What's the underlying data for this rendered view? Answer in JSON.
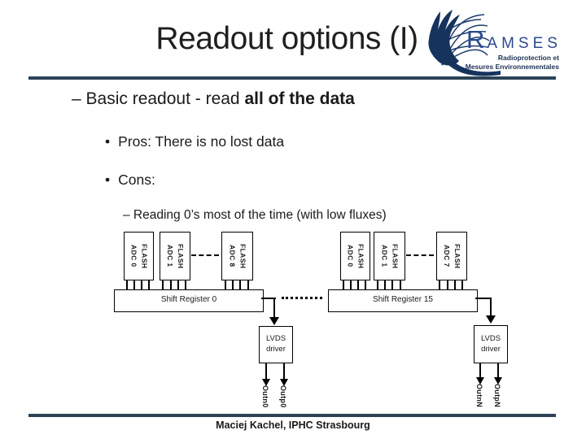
{
  "slide": {
    "title": "Readout options (I)",
    "footer": "Maciej Kachel, IPHC Strasbourg"
  },
  "logo": {
    "word_initial": "R",
    "word_rest": "AMSES",
    "tagline_line1": "Radioprotection et",
    "tagline_line2": "Mesures Environnementales",
    "graphic": "hand-holding-wireframe-globe",
    "color_navy": "#2b4a8f",
    "color_dark": "#16335e"
  },
  "colors": {
    "divider": "#2c4357",
    "diagram_line": "#000000",
    "background": "#ffffff"
  },
  "bullets": {
    "dash_item_prefix": "– Basic readout - read ",
    "dash_item_bold": "all of the data",
    "marker": "•",
    "pros": "Pros: There is no lost data",
    "cons": "Cons:",
    "sub_item": "– Reading 0’s most of the time (with low fluxes)"
  },
  "diagram": {
    "adc_left": [
      "FLASH\nADC 0",
      "FLASH\nADC 1",
      "FLASH\nADC 8"
    ],
    "adc_right": [
      "FLASH\nADC 0",
      "FLASH\nADC 1",
      "FLASH\nADC 7"
    ],
    "register_left": "Shift Register 0",
    "register_right": "Shift Register 15",
    "lvds_label": "LVDS\ndriver",
    "outputs_left": [
      "Outn0",
      "Outp0"
    ],
    "outputs_right": [
      "OutnN",
      "OutpN"
    ]
  }
}
